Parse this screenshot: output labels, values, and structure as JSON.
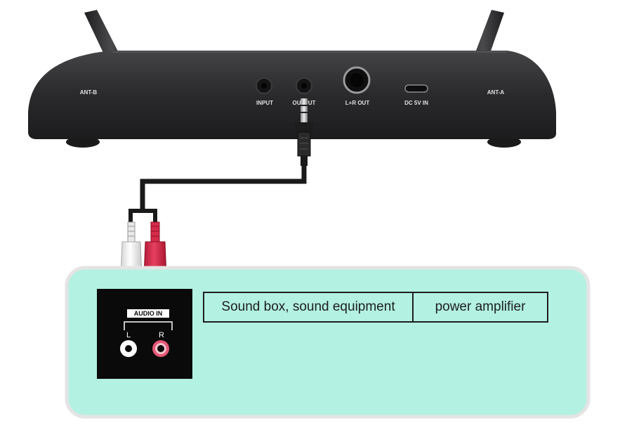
{
  "receiver": {
    "ports": {
      "ant_b": "ANT-B",
      "input": "INPUT",
      "output": "OUTPUT",
      "lr_out": "L+R OUT",
      "dc_in": "DC 5V IN",
      "ant_a": "ANT-A"
    }
  },
  "audio_panel": {
    "title": "AUDIO IN",
    "left": "L",
    "right": "R"
  },
  "labels": {
    "sound_box": "Sound box, sound equipment",
    "power_amplifier": "power amplifier"
  },
  "colors": {
    "panel_fill": "#b3f1e2",
    "receiver_body": "#2c2c2e",
    "cable": "#1a1a1a",
    "red_plug": "#d62a4a",
    "white_plug": "#f4f4f4"
  }
}
